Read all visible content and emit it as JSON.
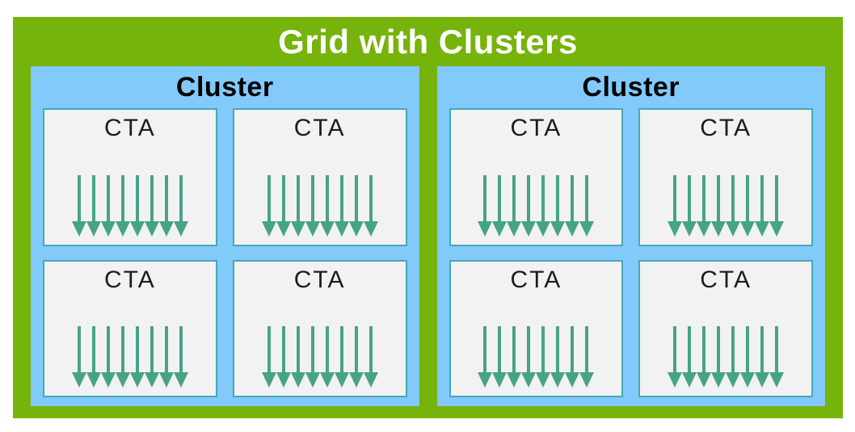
{
  "title": "Grid with Clusters",
  "arrows_per_cta": 8,
  "colors": {
    "page_bg": "#ffffff",
    "grid_green": "#76b30b",
    "cluster_blue": "#81cafa",
    "cta_fill": "#f2f2f2",
    "cta_border": "#45a8b8",
    "arrow_teal": "#47a387",
    "title_text": "#ffffff",
    "cluster_text": "#000000",
    "cta_text": "#1c1c1c"
  },
  "clusters": [
    {
      "label": "Cluster",
      "ctas": [
        {
          "label": "CTA"
        },
        {
          "label": "CTA"
        },
        {
          "label": "CTA"
        },
        {
          "label": "CTA"
        }
      ]
    },
    {
      "label": "Cluster",
      "ctas": [
        {
          "label": "CTA"
        },
        {
          "label": "CTA"
        },
        {
          "label": "CTA"
        },
        {
          "label": "CTA"
        }
      ]
    }
  ]
}
